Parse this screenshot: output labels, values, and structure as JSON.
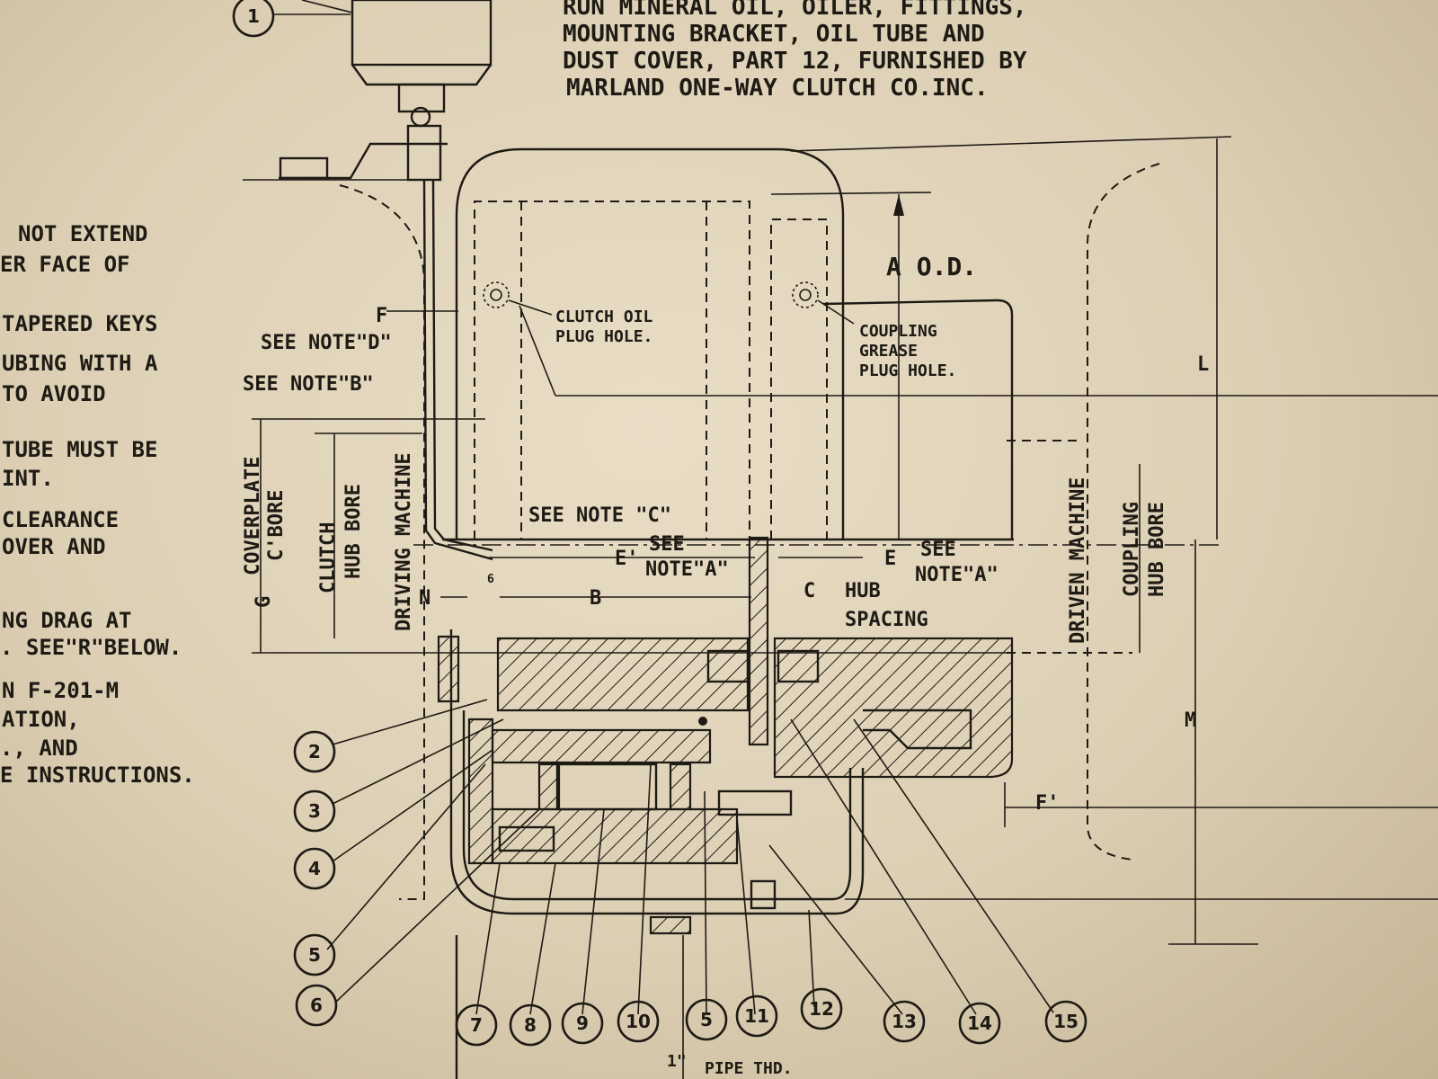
{
  "header_note": [
    "RUN MINERAL OIL, OILER, FITTINGS,",
    "MOUNTING BRACKET, OIL TUBE AND",
    "DUST COVER, PART 12, FURNISHED BY",
    "MARLAND ONE-WAY CLUTCH CO.INC."
  ],
  "left_notes": [
    "NOT EXTEND",
    "ER FACE OF",
    "TAPERED KEYS",
    "UBING WITH A",
    "TO AVOID",
    "TUBE MUST BE",
    "INT.",
    "CLEARANCE",
    "OVER AND",
    "NG DRAG AT",
    ". SEE\"R\"BELOW.",
    "N F-201-M",
    "ATION,",
    "., AND",
    "E INSTRUCTIONS."
  ],
  "labels": {
    "a_od": "A O.D.",
    "clutch_oil_1": "CLUTCH OIL",
    "clutch_oil_2": "PLUG HOLE.",
    "coupling_1": "COUPLING",
    "coupling_2": "GREASE",
    "coupling_3": "PLUG HOLE.",
    "f": "F",
    "see_note_d": "SEE NOTE\"D\"",
    "see_note_b": "SEE NOTE\"B\"",
    "see_note_c": "SEE NOTE \"C\"",
    "e_prime": "E'",
    "see_a_left_1": "SEE",
    "see_a_left_2": "NOTE\"A\"",
    "e": "E",
    "see_a_right_1": "SEE",
    "see_a_right_2": "NOTE\"A\"",
    "b": "B",
    "c": "C",
    "hub_1": "HUB",
    "hub_2": "SPACING",
    "n": "N",
    "six": "6",
    "coverplate": "COVERPLATE",
    "cbore": "C'BORE",
    "g": "G",
    "clutch": "CLUTCH",
    "hub_bore_1": "HUB BORE",
    "driving_machine": "DRIVING MACHINE",
    "driven_machine": "DRIVEN MACHINE",
    "coupling_v": "COUPLING",
    "hub_bore_2": "HUB BORE",
    "l": "L",
    "m": "M",
    "f_prime": "F'",
    "pipe_thd_1": "1\"",
    "pipe_thd_2": "PIPE  THD."
  },
  "callouts": [
    "1",
    "2",
    "3",
    "4",
    "5",
    "6",
    "7",
    "8",
    "9",
    "10",
    "5",
    "11",
    "12",
    "13",
    "14",
    "15"
  ],
  "ink_color": "#1e1a14",
  "paper_color": "#e3d6bc"
}
